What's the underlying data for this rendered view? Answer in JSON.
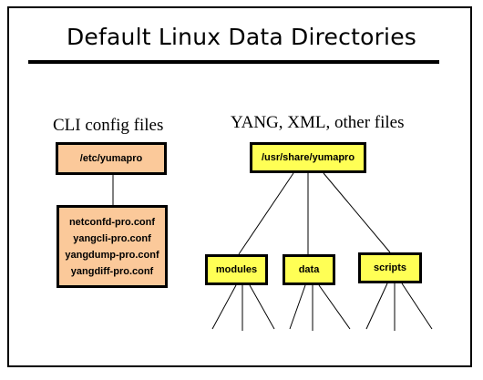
{
  "title": "Default Linux Data Directories",
  "cli_section": {
    "label": "CLI config files",
    "dir_box": "/etc/yumapro",
    "files": [
      "netconfd-pro.conf",
      "yangcli-pro.conf",
      "yangdump-pro.conf",
      "yangdiff-pro.conf"
    ]
  },
  "yang_section": {
    "label": "YANG, XML, other files",
    "dir_box": "/usr/share/yumapro",
    "children": [
      "modules",
      "data",
      "scripts"
    ]
  },
  "colors": {
    "orange_box": "#fbc99a",
    "yellow_box": "#ffff55",
    "line": "#000000"
  }
}
